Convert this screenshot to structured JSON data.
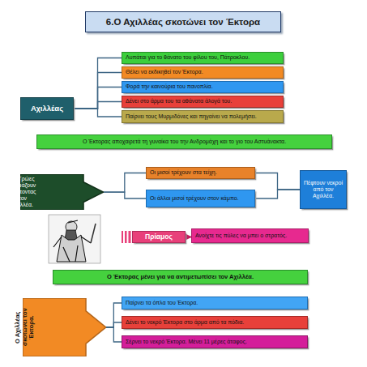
{
  "diagram": {
    "title": "6.Ο Αχιλλέας σκοτώνει τον Έκτορα",
    "nodes": [
      {
        "text": [
          "Αχιλλέας"
        ]
      },
      {
        "text": [
          "Λυπάται για το θάνατο του φίλου του, Πάτροκλου."
        ]
      },
      {
        "text": [
          "Θέλει να εκδικηθεί τον Έκτορα."
        ]
      },
      {
        "text": [
          "Φορά την καινούρια του πανοπλία."
        ]
      },
      {
        "text": [
          "Δένει στο άρμα του τα αθάνατα άλογά του."
        ]
      },
      {
        "text": [
          "Παίρνει τους Μυρμιδόνες και πηγαίνει να πολεμήσει."
        ]
      },
      {
        "text": [
          "Ο Έκτορας αποχαιρετά τη γυναίκα του την Ανδρομάχη και το γιο του Αστυάνακτα."
        ]
      },
      {
        "text": [
          "Οι Τρώες τρομάζουν βλέποντας τον Αχιλλέα."
        ]
      },
      {
        "text": [
          "Οι μισοί τρέχουν στα τείχη."
        ]
      },
      {
        "text": [
          "Οι άλλοι μισοί τρέχουν στον κάμπο."
        ]
      },
      {
        "text": [
          "Πέφτουν νεκροί από τον Αχιλλέα."
        ]
      },
      {
        "text": [
          "Πρίαμος"
        ]
      },
      {
        "text": [
          "Ανοίχτε τις πύλες να μπει ο στρατός."
        ]
      },
      {
        "text": [
          "Ο Έκτορας μένει για να αντιμετωπίσει τον Αχιλλέα."
        ]
      },
      {
        "text": [
          "Ο Αχιλλέας σκοτώνει τον Έκτορα."
        ]
      },
      {
        "text": [
          "Παίρνει τα όπλα του Έκτορα."
        ]
      },
      {
        "text": [
          "Δένει το νεκρό Έκτορα στο άρμα από τα πόδια."
        ]
      },
      {
        "text": [
          "Σέρνει το νεκρό Έκτορα. Μένει 11 μέρες άταφος."
        ]
      }
    ],
    "edges": [
      {
        "from": 0,
        "to": 1,
        "arrow": "none"
      },
      {
        "from": 0,
        "to": 2,
        "arrow": "none"
      },
      {
        "from": 0,
        "to": 3,
        "arrow": "none"
      },
      {
        "from": 0,
        "to": 4,
        "arrow": "none"
      },
      {
        "from": 0,
        "to": 5,
        "arrow": "none"
      },
      {
        "from": 7,
        "to": 8,
        "arrow": "none"
      },
      {
        "from": 7,
        "to": 9,
        "arrow": "none"
      },
      {
        "from": 8,
        "to": 10,
        "arrow": "none"
      },
      {
        "from": 9,
        "to": 10,
        "arrow": "none"
      },
      {
        "from": 11,
        "to": 12,
        "arrow": "to"
      },
      {
        "from": 14,
        "to": 15,
        "arrow": "none"
      },
      {
        "from": 14,
        "to": 16,
        "arrow": "none"
      },
      {
        "from": 14,
        "to": 17,
        "arrow": "none"
      }
    ]
  }
}
